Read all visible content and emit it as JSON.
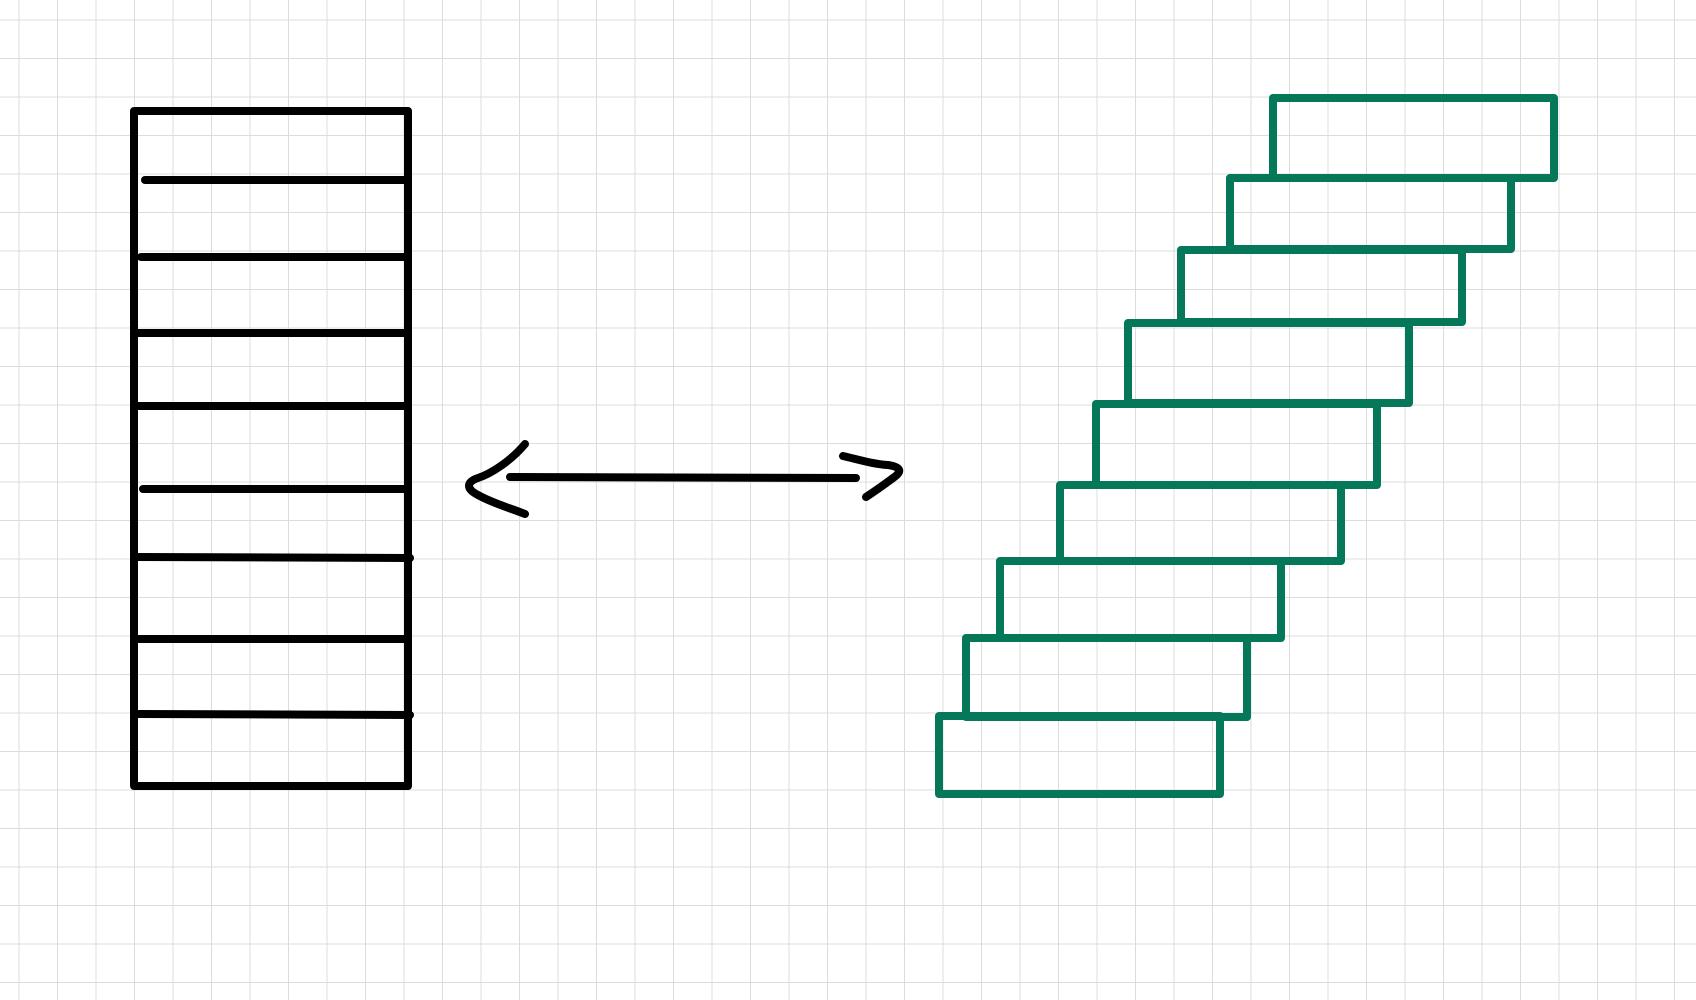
{
  "canvas": {
    "background": "#ffffff",
    "grid_visible": true,
    "grid_color": "#dcdcdc"
  },
  "diagram": {
    "stacked_block": {
      "color": "#000000",
      "row_count": 9
    },
    "connector": {
      "type": "double-headed-arrow",
      "color": "#000000"
    },
    "staircase_block": {
      "color": "#06785a",
      "step_count": 9
    }
  }
}
